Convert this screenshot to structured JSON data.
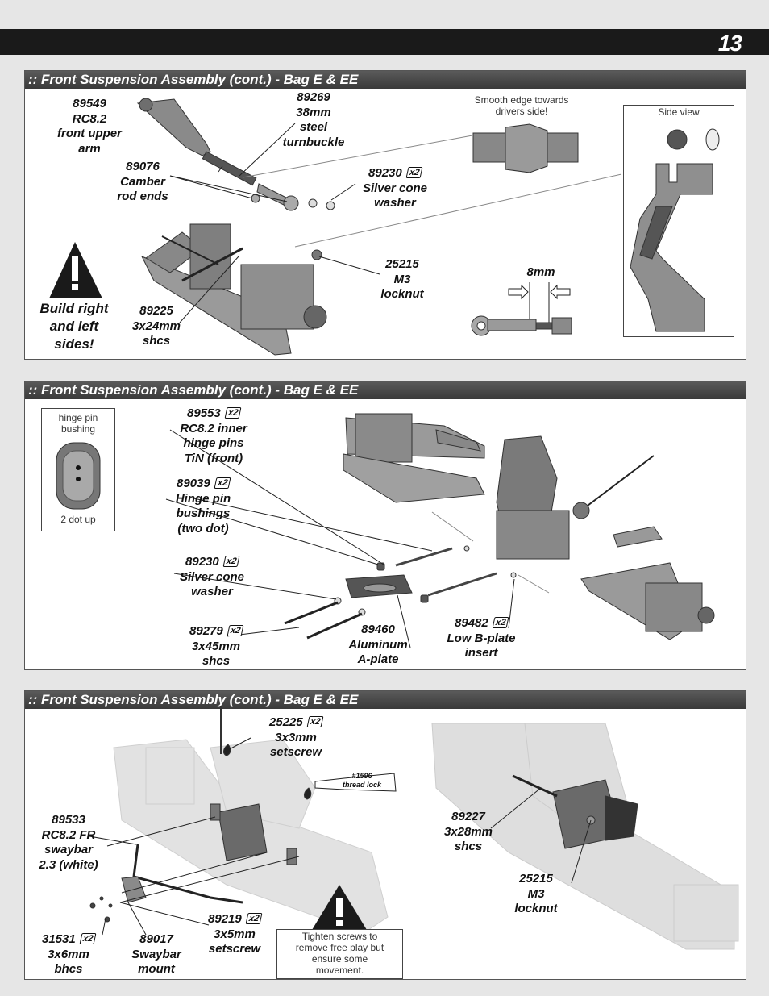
{
  "page_number": "13",
  "panel1": {
    "header": ":: Front Suspension Assembly (cont.) - Bag E & EE",
    "part_89549": {
      "num": "89549",
      "l1": "RC8.2",
      "l2": "front upper",
      "l3": "arm"
    },
    "part_89269": {
      "num": "89269",
      "l1": "38mm",
      "l2": "steel",
      "l3": "turnbuckle"
    },
    "part_89076": {
      "num": "89076",
      "l1": "Camber",
      "l2": "rod ends"
    },
    "part_89230": {
      "num": "89230",
      "qty": "x2",
      "l1": "Silver cone",
      "l2": "washer"
    },
    "part_25215": {
      "num": "25215",
      "l1": "M3",
      "l2": "locknut"
    },
    "part_89225": {
      "num": "89225",
      "l1": "3x24mm",
      "l2": "shcs"
    },
    "warning": {
      "l1": "Build right",
      "l2": "and left",
      "l3": "sides!"
    },
    "smooth_note": {
      "l1": "Smooth edge towards",
      "l2": "drivers side!"
    },
    "measure": "8mm",
    "side_view": "Side view"
  },
  "panel2": {
    "header": ":: Front Suspension Assembly (cont.) - Bag E & EE",
    "bushing_box": {
      "top1": "hinge pin",
      "top2": "bushing",
      "bottom": "2 dot up"
    },
    "part_89553": {
      "num": "89553",
      "qty": "x2",
      "l1": "RC8.2 inner",
      "l2": "hinge pins",
      "l3": "TiN (front)"
    },
    "part_89039": {
      "num": "89039",
      "qty": "x2",
      "l1": "Hinge pin",
      "l2": "bushings",
      "l3": "(two dot)"
    },
    "part_89230": {
      "num": "89230",
      "qty": "x2",
      "l1": "Silver cone",
      "l2": "washer"
    },
    "part_89279": {
      "num": "89279",
      "qty": "x2",
      "l1": "3x45mm",
      "l2": "shcs"
    },
    "part_89460": {
      "num": "89460",
      "l1": "Aluminum",
      "l2": "A-plate"
    },
    "part_89482": {
      "num": "89482",
      "qty": "x2",
      "l1": "Low B-plate",
      "l2": "insert"
    }
  },
  "panel3": {
    "header": ":: Front Suspension Assembly (cont.) - Bag E & EE",
    "part_25225": {
      "num": "25225",
      "qty": "x2",
      "l1": "3x3mm",
      "l2": "setscrew"
    },
    "thread_lock": {
      "l1": "#1596",
      "l2": "thread lock"
    },
    "part_89533": {
      "num": "89533",
      "l1": "RC8.2 FR",
      "l2": "swaybar",
      "l3": "2.3 (white)"
    },
    "part_89219": {
      "num": "89219",
      "qty": "x2",
      "l1": "3x5mm",
      "l2": "setscrew"
    },
    "part_31531": {
      "num": "31531",
      "qty": "x2",
      "l1": "3x6mm",
      "l2": "bhcs"
    },
    "part_89017": {
      "num": "89017",
      "l1": "Swaybar",
      "l2": "mount"
    },
    "tighten_note": {
      "l1": "Tighten screws to",
      "l2": "remove free play but",
      "l3": "ensure some",
      "l4": "movement."
    },
    "part_89227": {
      "num": "89227",
      "l1": "3x28mm",
      "l2": "shcs"
    },
    "part_25215": {
      "num": "25215",
      "l1": "M3",
      "l2": "locknut"
    }
  }
}
